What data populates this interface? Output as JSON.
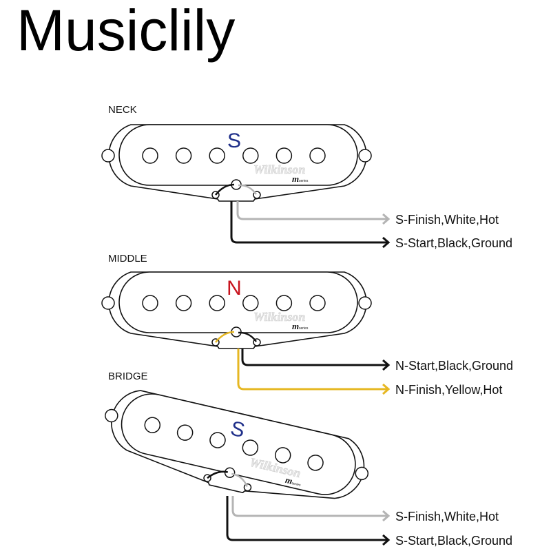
{
  "brand": "Musiclily",
  "colors": {
    "outline": "#111111",
    "south_polarity": "#1f2f8a",
    "north_polarity": "#c8141e",
    "black_wire": "#111111",
    "white_wire": "#b4b4b4",
    "yellow_wire": "#e6b722"
  },
  "watermark": {
    "logo": "Wilkinson",
    "series": "M series"
  },
  "pickups": [
    {
      "position": "NECK",
      "polarity": "S",
      "polarity_color_key": "south_polarity",
      "slanted": false,
      "pole_pieces": 6,
      "wires": [
        {
          "label": "S-Finish,White,Hot",
          "color_key": "white_wire",
          "terminal": "right"
        },
        {
          "label": "S-Start,Black,Ground",
          "color_key": "black_wire",
          "terminal": "left"
        }
      ]
    },
    {
      "position": "MIDDLE",
      "polarity": "N",
      "polarity_color_key": "north_polarity",
      "slanted": false,
      "pole_pieces": 6,
      "wires": [
        {
          "label": "N-Start,Black,Ground",
          "color_key": "black_wire",
          "terminal": "right"
        },
        {
          "label": "N-Finish,Yellow,Hot",
          "color_key": "yellow_wire",
          "terminal": "left"
        }
      ]
    },
    {
      "position": "BRIDGE",
      "polarity": "S",
      "polarity_color_key": "south_polarity",
      "slanted": true,
      "pole_pieces": 6,
      "wires": [
        {
          "label": "S-Finish,White,Hot",
          "color_key": "white_wire",
          "terminal": "right"
        },
        {
          "label": "S-Start,Black,Ground",
          "color_key": "black_wire",
          "terminal": "left"
        }
      ]
    }
  ]
}
